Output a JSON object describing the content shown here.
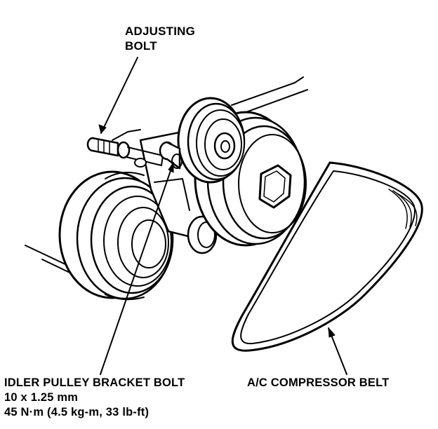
{
  "labels": {
    "adjusting_bolt": {
      "line1": "ADJUSTING",
      "line2": "BOLT"
    },
    "idler_pulley_bracket_bolt": {
      "line1": "IDLER PULLEY BRACKET BOLT",
      "line2": "10 x 1.25 mm",
      "line3": "45 N·m (4.5 kg-m, 33 lb-ft)"
    },
    "ac_compressor_belt": "A/C COMPRESSOR BELT"
  },
  "colors": {
    "ink": "#000000",
    "paper": "#ffffff"
  }
}
